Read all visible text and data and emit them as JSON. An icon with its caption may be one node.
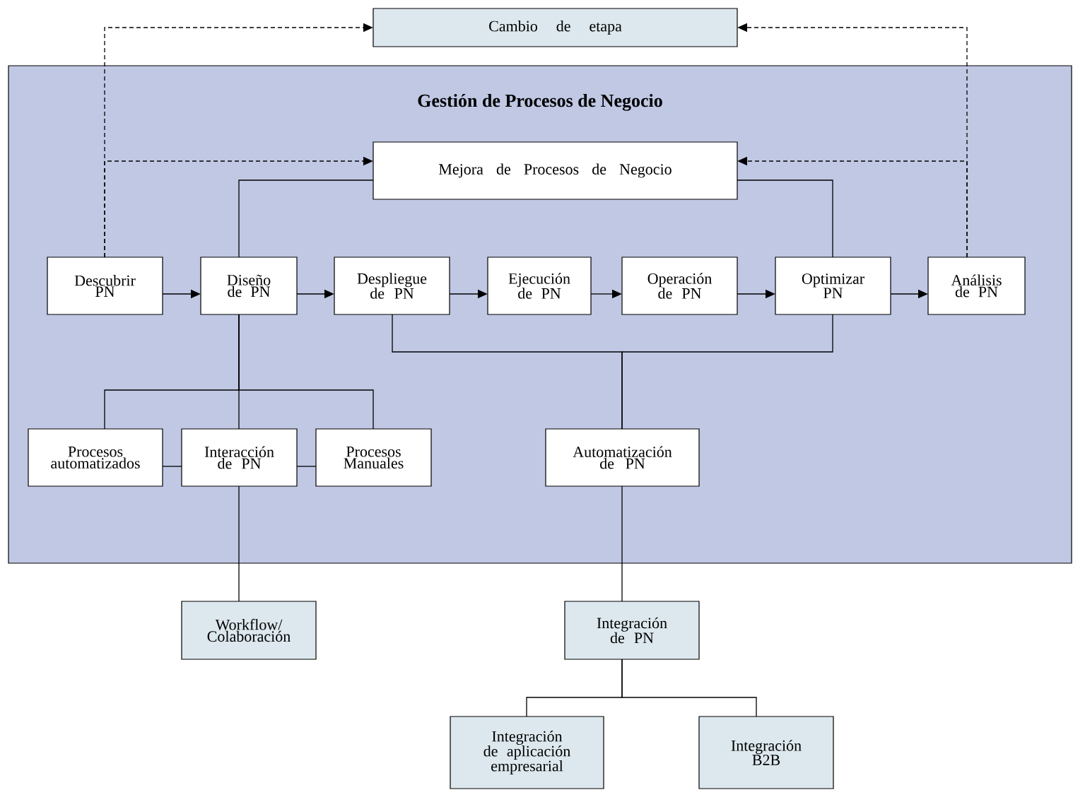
{
  "diagram": {
    "nodes": [
      {
        "text": [
          "Cambio de etapa"
        ]
      },
      {
        "text": [
          "Gestión de Procesos de Negocio"
        ]
      },
      {
        "text": [
          "Mejora de Procesos de Negocio"
        ],
        "in": 1
      },
      {
        "text": [
          "Descubrir PN"
        ],
        "in": 1
      },
      {
        "text": [
          "Diseño de PN"
        ],
        "in": 1
      },
      {
        "text": [
          "Despliegue de PN"
        ],
        "in": 1
      },
      {
        "text": [
          "Ejecución de PN"
        ],
        "in": 1
      },
      {
        "text": [
          "Operación de PN"
        ],
        "in": 1
      },
      {
        "text": [
          "Optimizar PN"
        ],
        "in": 1
      },
      {
        "text": [
          "Análisis de PN"
        ],
        "in": 1
      },
      {
        "text": [
          "Procesos automatizados"
        ],
        "in": 1
      },
      {
        "text": [
          "Interacción de PN"
        ],
        "in": 1
      },
      {
        "text": [
          "Procesos Manuales"
        ],
        "in": 1
      },
      {
        "text": [
          "Automatización de PN"
        ],
        "in": 1
      },
      {
        "text": [
          "Workflow/ Colaboración"
        ]
      },
      {
        "text": [
          "Integración de PN"
        ]
      },
      {
        "text": [
          "Integración de aplicación empresarial"
        ]
      },
      {
        "text": [
          "Integración B2B"
        ]
      }
    ],
    "edges": [
      {
        "from": 3,
        "to": 0,
        "arrow": "to",
        "style": "dashed"
      },
      {
        "from": 9,
        "to": 0,
        "arrow": "to",
        "style": "dashed"
      },
      {
        "from": 3,
        "to": 2,
        "arrow": "to",
        "style": "dashed"
      },
      {
        "from": 9,
        "to": 2,
        "arrow": "to",
        "style": "dashed"
      },
      {
        "from": 2,
        "to": 4,
        "arrow": "none"
      },
      {
        "from": 2,
        "to": 8,
        "arrow": "none"
      },
      {
        "from": 3,
        "to": 4,
        "arrow": "to"
      },
      {
        "from": 4,
        "to": 5,
        "arrow": "to"
      },
      {
        "from": 5,
        "to": 6,
        "arrow": "to"
      },
      {
        "from": 6,
        "to": 7,
        "arrow": "to"
      },
      {
        "from": 7,
        "to": 8,
        "arrow": "to"
      },
      {
        "from": 8,
        "to": 9,
        "arrow": "to"
      },
      {
        "from": 4,
        "to": 10,
        "arrow": "none"
      },
      {
        "from": 4,
        "to": 11,
        "arrow": "none"
      },
      {
        "from": 4,
        "to": 12,
        "arrow": "none"
      },
      {
        "from": 10,
        "to": 11,
        "arrow": "none"
      },
      {
        "from": 11,
        "to": 12,
        "arrow": "none"
      },
      {
        "from": 5,
        "to": 13,
        "arrow": "none"
      },
      {
        "from": 8,
        "to": 13,
        "arrow": "none"
      },
      {
        "from": 11,
        "to": 14,
        "arrow": "none"
      },
      {
        "from": 13,
        "to": 15,
        "arrow": "none"
      },
      {
        "from": 15,
        "to": 16,
        "arrow": "none"
      },
      {
        "from": 15,
        "to": 17,
        "arrow": "none"
      }
    ]
  }
}
